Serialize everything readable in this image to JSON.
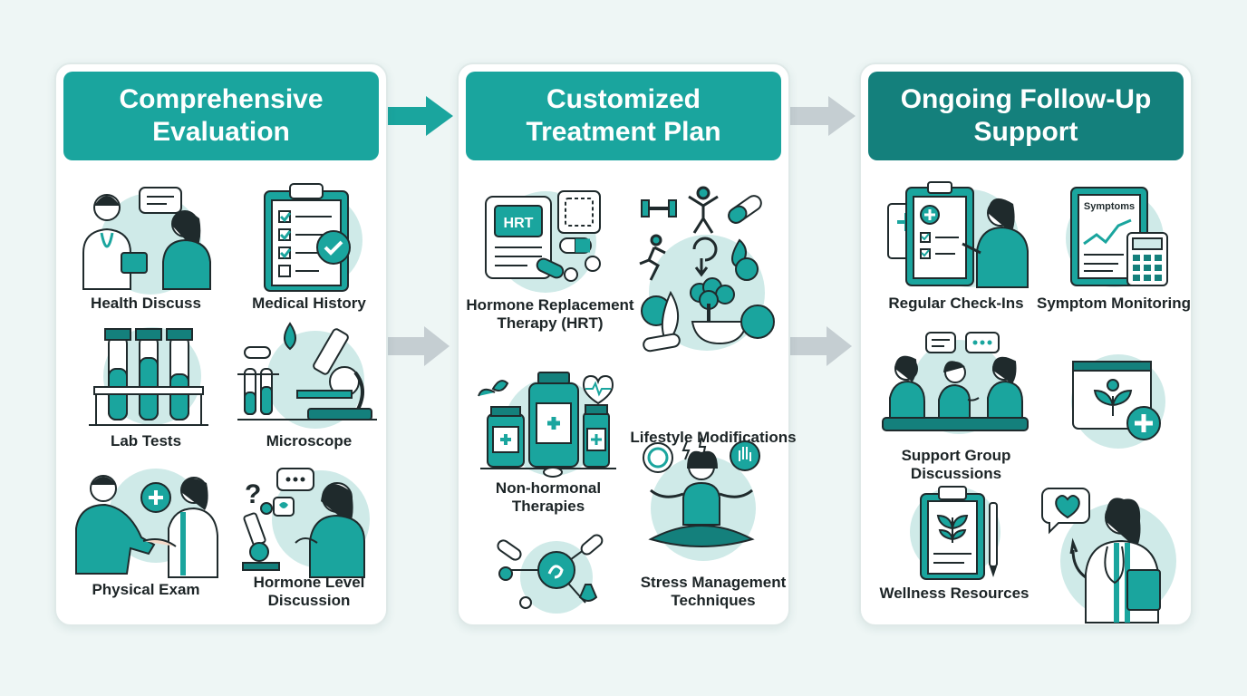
{
  "colors": {
    "teal": "#1aa59e",
    "dark_teal": "#14807c",
    "light_teal": "#cfeae8",
    "ink": "#1f2a2c",
    "arrow_grey": "#c5ced2"
  },
  "columns": [
    {
      "title": "Comprehensive Evaluation",
      "items": [
        {
          "label": "Health Discuss",
          "icon": "doctor-patient-conversation-icon"
        },
        {
          "label": "Medical History",
          "icon": "clipboard-checklist-icon"
        },
        {
          "label": "Lab Tests",
          "icon": "test-tubes-icon"
        },
        {
          "label": "Microscope",
          "icon": "microscope-icon"
        },
        {
          "label": "Physical Exam",
          "icon": "physical-exam-icon"
        },
        {
          "label": "Hormone Level Discussion",
          "icon": "hormone-discussion-icon"
        }
      ]
    },
    {
      "title": "Customized Treatment Plan",
      "items": [
        {
          "label": "Hormone Replacement Therapy (HRT)",
          "icon": "hrt-patch-pills-icon",
          "badge": "HRT"
        },
        {
          "label": "Lifestyle Modifications",
          "icon": "lifestyle-fitness-food-icon"
        },
        {
          "label": "Non-hormonal Therapies",
          "icon": "medicine-bottles-icon"
        },
        {
          "label": "Stress Management Techniques",
          "icon": "meditation-icon"
        },
        {
          "label": "",
          "icon": "molecule-therapy-icon"
        }
      ]
    },
    {
      "title": "Ongoing Follow-Up Support",
      "items": [
        {
          "label": "Regular Check-Ins",
          "icon": "check-in-clipboard-icon"
        },
        {
          "label": "Symptom Monitoring",
          "icon": "symptom-chart-calculator-icon",
          "badge": "Symptoms"
        },
        {
          "label": "Support Group Discussions",
          "icon": "support-group-icon"
        },
        {
          "label": "",
          "icon": "wellness-monitor-icon"
        },
        {
          "label": "Wellness Resources",
          "icon": "wellness-clipboard-icon"
        },
        {
          "label": "",
          "icon": "doctor-heart-icon"
        }
      ]
    }
  ]
}
